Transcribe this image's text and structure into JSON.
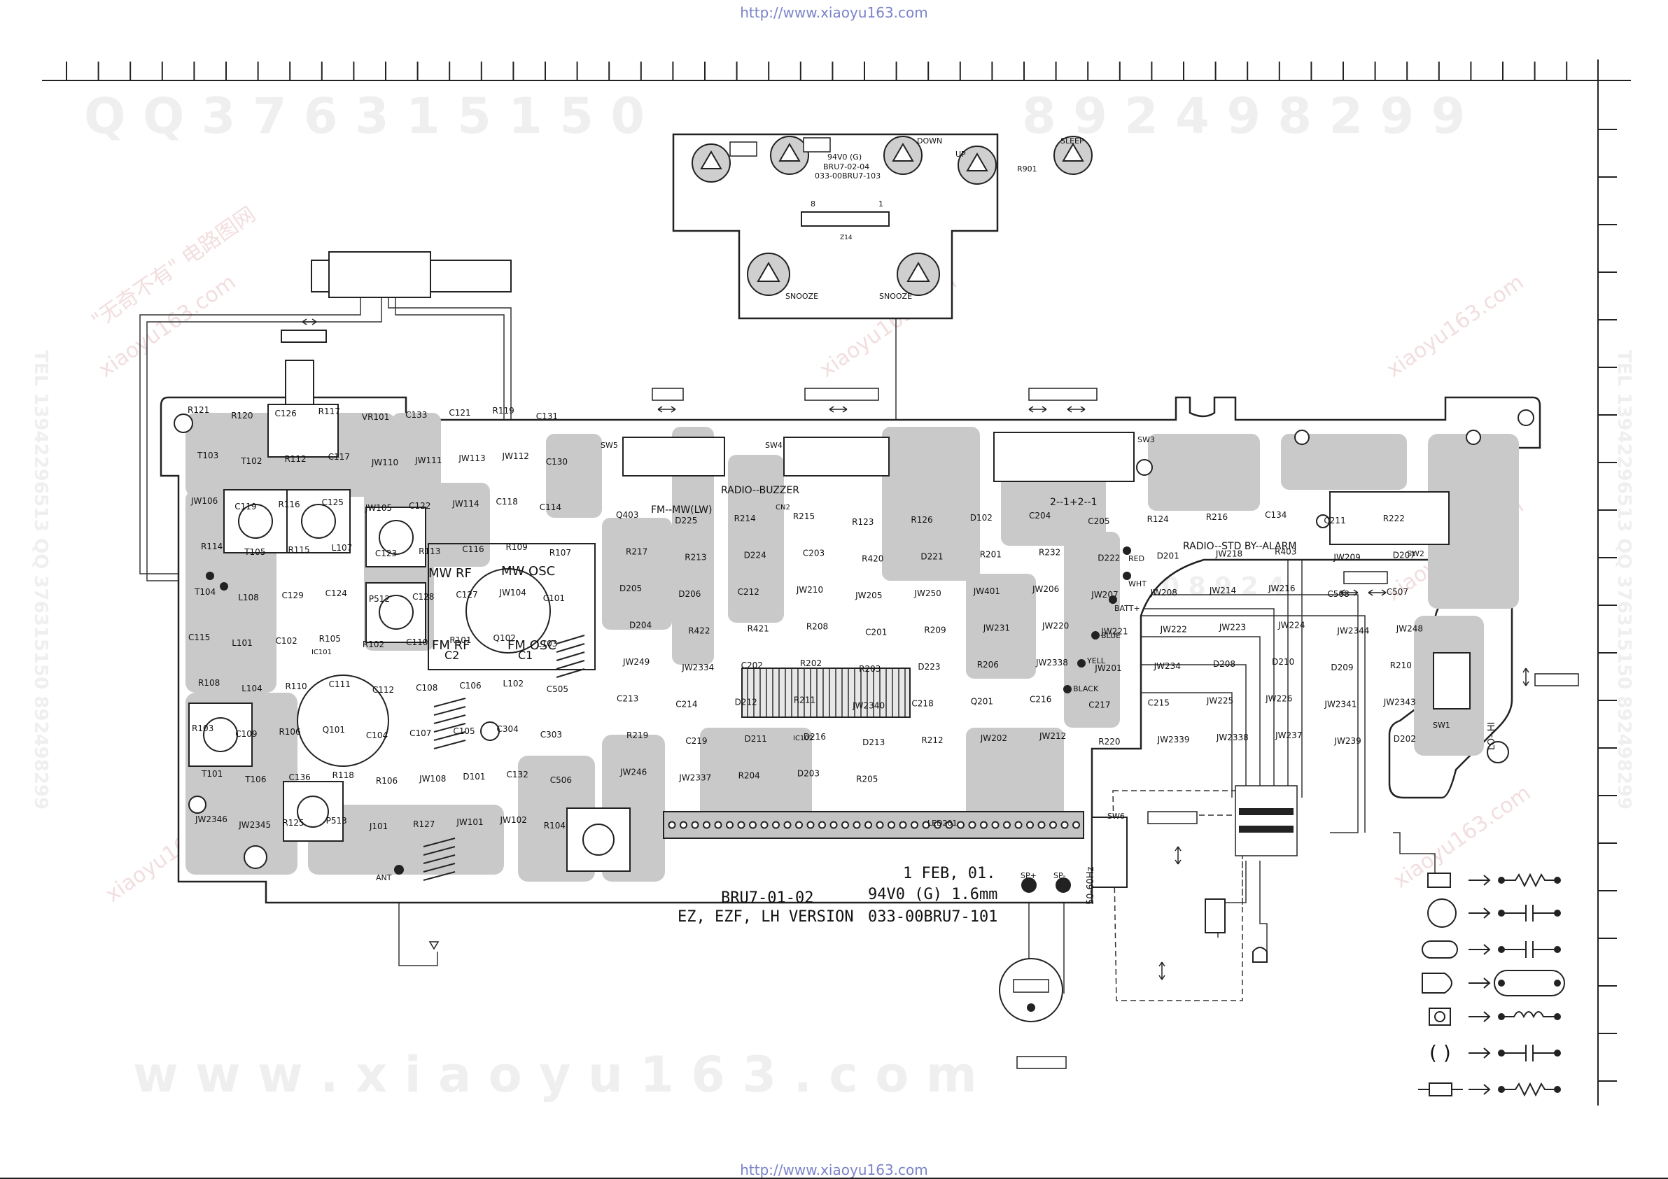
{
  "header": {
    "url": "http://www.xiaoyu163.com"
  },
  "footer": {
    "url": "http://www.xiaoyu163.com"
  },
  "watermarks": {
    "top": "Q Q 3 7 6 3 1 5 1 5 0",
    "top_right": "8 9 2 4 9 8 2 9 9",
    "bottom": "w w w . x i a o y u 1 6 3 . c o m",
    "side_left": "TEL 13942296513 QQ 376315150 892498299",
    "side_right": "TEL 13942296513 QQ 376315150 892498299",
    "diag_site": "xiaoyu163.com",
    "diag_cn": "\"无奇不有\" 电路图网",
    "mid_digits": "0  8 9 2 4"
  },
  "switch_board": {
    "rev": "94V0 (G)",
    "model": "BRU7-02-04",
    "code": "033-00BRU7-103",
    "down_label": "DOWN",
    "up_label": "UP",
    "sleep_label": "SLEEP",
    "snooze_left": "SNOOZE",
    "snooze_right": "SNOOZE",
    "pin8": "8",
    "pin1": "1",
    "r901": "R901",
    "z14": "Z14"
  },
  "main_board": {
    "date": "1 FEB, 01.",
    "spec": "94V0 (G) 1.6mm",
    "code": "033-00BRU7-101",
    "model": "BRU7-01-02",
    "version": "EZ, EZF, LH VERSION",
    "radio_buzzer": "RADIO--BUZZER",
    "fm_mw": "FM--MW(LW)",
    "radio_std_alarm": "RADIO--STD BY--ALARM",
    "mode_123": "2--1+2--1",
    "lo_hi": "LO--HI",
    "mains_freq": "50-60Hz",
    "led": "LED201",
    "ant": "ANT",
    "sp_plus": "SP+",
    "sp_minus": "SP-",
    "mw_rf": "MW RF",
    "mw_osc": "MW OSC",
    "fm_rf": "FM RF",
    "fm_osc": "FM OSC",
    "c1": "C1",
    "c2": "C2",
    "batt": "BATT+",
    "red": "RED",
    "wht": "WHT",
    "blue": "BLUE",
    "yell": "YELL",
    "black": "BLACK",
    "ic101": "IC101",
    "ic102": "IC102",
    "cn2": "CN2"
  },
  "switches": [
    "SW1",
    "SW2",
    "SW3",
    "SW4",
    "SW5",
    "SW6"
  ],
  "components_left": [
    "R121",
    "R120",
    "C126",
    "R117",
    "VR101",
    "C133",
    "C121",
    "R119",
    "C131",
    "T103",
    "T102",
    "R112",
    "C117",
    "JW110",
    "JW111",
    "JW113",
    "JW112",
    "C130",
    "JW106",
    "C119",
    "R116",
    "C125",
    "JW105",
    "C122",
    "JW114",
    "C118",
    "C114",
    "R114",
    "T105",
    "R115",
    "L107",
    "C123",
    "R113",
    "C116",
    "R109",
    "R107",
    "T104",
    "L108",
    "C129",
    "C124",
    "P512",
    "C128",
    "C127",
    "JW104",
    "C101",
    "C115",
    "L101",
    "C102",
    "R105",
    "R102",
    "C110",
    "R101",
    "Q102",
    "L103",
    "R108",
    "L104",
    "R110",
    "C111",
    "C112",
    "C108",
    "C106",
    "L102",
    "C505",
    "R103",
    "C109",
    "R106",
    "Q101",
    "C104",
    "C107",
    "C105",
    "C304",
    "C303",
    "T101",
    "T106",
    "C136",
    "R118",
    "R106",
    "JW108",
    "D101",
    "C132",
    "C506",
    "JW2346",
    "JW2345",
    "R125",
    "P513",
    "J101",
    "R127",
    "JW101",
    "JW102",
    "R104"
  ],
  "components_right": [
    "Q403",
    "D225",
    "R214",
    "R215",
    "R123",
    "R126",
    "D102",
    "C204",
    "C205",
    "R124",
    "R216",
    "C134",
    "C211",
    "R222",
    "R217",
    "R213",
    "D224",
    "C203",
    "R420",
    "D221",
    "R201",
    "R232",
    "D222",
    "D201",
    "JW218",
    "R403",
    "JW209",
    "D207",
    "D205",
    "D206",
    "C212",
    "JW210",
    "JW205",
    "JW250",
    "JW401",
    "JW206",
    "JW207",
    "JW208",
    "JW214",
    "JW216",
    "C508",
    "C507",
    "D204",
    "R422",
    "R421",
    "R208",
    "C201",
    "R209",
    "JW231",
    "JW220",
    "JW221",
    "JW222",
    "JW223",
    "JW224",
    "JW2344",
    "JW248",
    "JW249",
    "JW2334",
    "C202",
    "R202",
    "R203",
    "D223",
    "R206",
    "JW2338",
    "JW201",
    "JW234",
    "D208",
    "D210",
    "D209",
    "R210",
    "C213",
    "C214",
    "D212",
    "R211",
    "JW2340",
    "C218",
    "Q201",
    "C216",
    "C217",
    "C215",
    "JW225",
    "JW226",
    "JW2341",
    "JW2343",
    "R219",
    "C219",
    "D211",
    "D216",
    "D213",
    "R212",
    "JW202",
    "JW212",
    "R220",
    "JW2339",
    "JW2338",
    "JW237",
    "JW239",
    "D202",
    "JW246",
    "JW2337",
    "R204",
    "D203",
    "R205"
  ],
  "legend": [
    {
      "from": "rect-resistor",
      "to": "resistor-symbol"
    },
    {
      "from": "electrolytic-cap",
      "to": "polar-cap-symbol"
    },
    {
      "from": "capacitor-body",
      "to": "capacitor-symbol"
    },
    {
      "from": "transistor-body",
      "to": "transistor-pads"
    },
    {
      "from": "coil-body",
      "to": "inductor-symbol"
    },
    {
      "from": "paren-cap",
      "to": "capacitor-symbol"
    },
    {
      "from": "axial-resistor",
      "to": "resistor-symbol"
    }
  ],
  "colors": {
    "trace": "#c8c8c8",
    "ink": "#111111",
    "url": "#7a83c9",
    "watermark": "#efefef"
  }
}
